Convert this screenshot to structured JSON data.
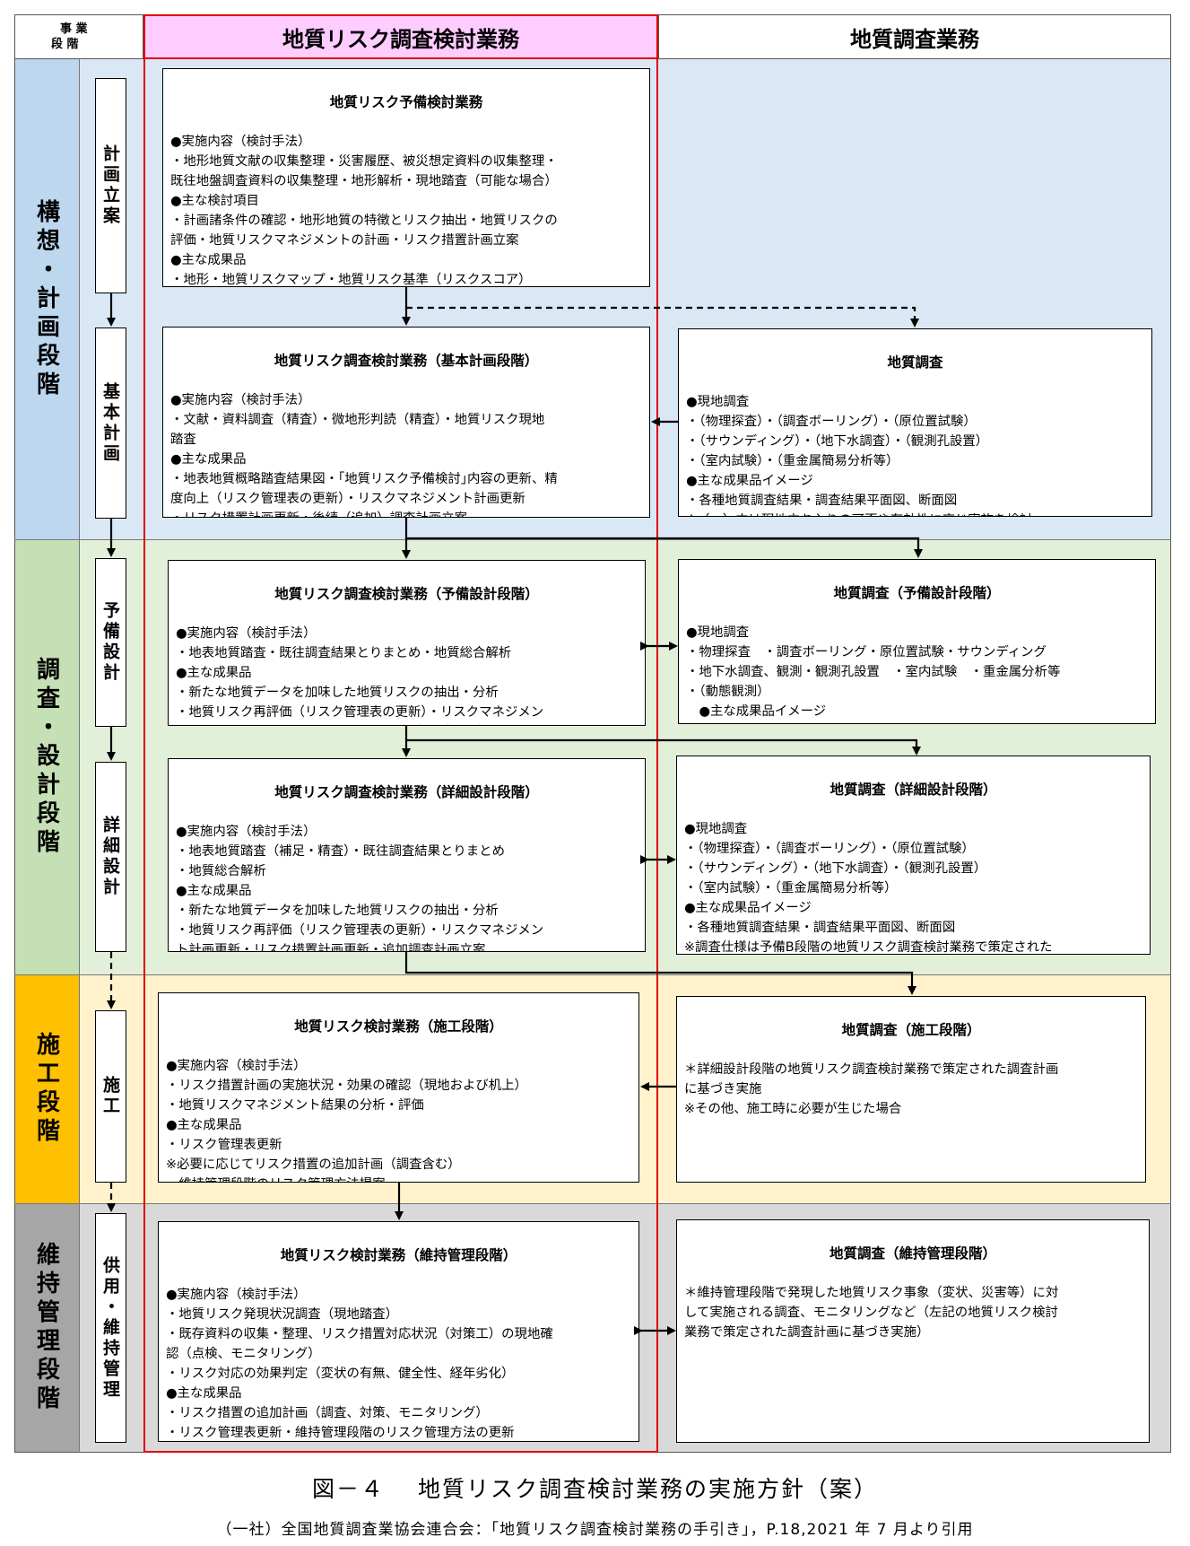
{
  "header": {
    "corner_top": "事 業",
    "corner_bottom": "段 階",
    "col1": "地質リスク調査検討業務",
    "col2": "地質調査業務"
  },
  "phases": [
    {
      "label": "構想・計画段階",
      "color": "#bfd7ee"
    },
    {
      "label": "調査・設計段階",
      "color": "#c7e0b5"
    },
    {
      "label": "施工段階",
      "color": "#ffc000"
    },
    {
      "label": "維持管理段階",
      "color": "#a6a6a6"
    }
  ],
  "steps": [
    "計画立案",
    "基本計画",
    "予備設計",
    "詳細設計",
    "施工",
    "供用・維持管理"
  ],
  "left_boxes": [
    {
      "title": "地質リスク予備検討業務",
      "body": "●実施内容（検討手法）\n・地形地質文献の収集整理・災害履歴、被災想定資料の収集整理・\n既往地盤調査資料の収集整理・地形解析・現地踏査（可能な場合）\n●主な検討項目\n・計画諸条件の確認・地形地質の特徴とリスク抽出・地質リスクの\n評価・地質リスクマネジメントの計画・リスク措置計画立案\n●主な成果品\n・地形・地質リスクマップ・地質リスク基準（リスクスコア）\n・リスクマネジメント計画・リスク措置計画・後続調査計画"
    },
    {
      "title": "地質リスク調査検討業務（基本計画段階）",
      "body": "●実施内容（検討手法）\n・文献・資料調査（精査）・微地形判読（精査）・地質リスク現地\n踏査\n●主な成果品\n・地表地質概略踏査結果図・｢地質リスク予備検討｣内容の更新、精\n度向上（リスク管理表の更新）・リスクマネジメント計画更新\n・リスク措置計画更新・後続（追加）調査計画立案"
    },
    {
      "title": "地質リスク調査検討業務（予備設計段階）",
      "body": "●実施内容（検討手法）\n・地表地質踏査・既往調査結果とりまとめ・地質総合解析\n●主な成果品\n・新たな地質データを加味した地質リスクの抽出・分析\n・地質リスク再評価（リスク管理表の更新）・リスクマネジメン\nト計画更新・リスク措置計画更新・後続（追加）調査計画立案"
    },
    {
      "title": "地質リスク調査検討業務（詳細設計段階）",
      "body": "●実施内容（検討手法）\n・地表地質踏査（補足・精査）・既往調査結果とりまとめ\n・地質総合解析\n●主な成果品\n・新たな地質データを加味した地質リスクの抽出・分析\n・地質リスク再評価（リスク管理表の更新）・リスクマネジメン\nト計画更新・リスク措置計画更新・追加調査計画立案\n・施工時対応計画（追加調査、動態観測計画等）"
    },
    {
      "title": "地質リスク検討業務（施工段階）",
      "body": "●実施内容（検討手法）\n・リスク措置計画の実施状況・効果の確認（現地および机上）\n・地質リスクマネジメント結果の分析・評価\n●主な成果品\n・リスク管理表更新\n※必要に応じてリスク措置の追加計画（調査含む）\n・維持管理段階のリスク管理方法提案\n・地質リスクマネジメント効果"
    },
    {
      "title": "地質リスク検討業務（維持管理段階）",
      "body": "●実施内容（検討手法）\n・地質リスク発現状況調査（現地踏査）\n・既存資料の収集・整理、リスク措置対応状況（対策工）の現地確\n認（点検、モニタリング）\n・リスク対応の効果判定（変状の有無、健全性、経年劣化）\n●主な成果品\n・リスク措置の追加計画（調査、対策、モニタリング）\n・リスク管理表更新・維持管理段階のリスク管理方法の更新\n※防災点検での異常確認や災害発生時に実施を検討"
    }
  ],
  "right_boxes": [
    {
      "title": "地質調査",
      "body": "●現地調査\n・（物理探査）・（調査ボーリング）・（原位置試験）\n・（サウンディング）・（地下水調査）・（観測孔設置）\n・（室内試験）・（重金属簡易分析等）\n●主な成果品イメージ\n・各種地質調査結果・調査結果平面図、断面図\n※（　）内は現地立ち入りの可否や有効性に応じ実施を検討"
    },
    {
      "title": "地質調査（予備設計段階）",
      "body": "●現地調査\n・物理探査　・調査ボーリング・原位置試験・サウンディング\n・地下水調査、観測・観測孔設置　・室内試験　・重金属分析等\n・（動態観測）\n　●主な成果品イメージ\n・各種地質調査結果・調査結果平面図、断面図"
    },
    {
      "title": "地質調査（詳細設計段階）",
      "body": "●現地調査\n・（物理探査）・（調査ボーリング）・（原位置試験）\n・（サウンディング）・（地下水調査）・（観測孔設置）\n・（室内試験）・（重金属簡易分析等）\n●主な成果品イメージ\n・各種地質調査結果・調査結果平面図、断面図\n※調査仕様は予備B段階の地質リスク調査検討業務で策定された\n調査計画に基づき実施"
    },
    {
      "title": "地質調査（施工段階）",
      "body": "＊詳細設計段階の地質リスク調査検討業務で策定された調査計画\nに基づき実施\n※その他、施工時に必要が生じた場合"
    },
    {
      "title": "地質調査（維持管理段階）",
      "body": "＊維持管理段階で発現した地質リスク事象（変状、災害等）に対\nして実施される調査、モニタリングなど（左記の地質リスク検討\n業務で策定された調査計画に基づき実施）"
    }
  ],
  "caption": {
    "title": "図－４　 地質リスク調査検討業務の実施方針（案）",
    "source": "（一社）全国地質調査業協会連合会：｢地質リスク調査検討業務の手引き｣，P.18,2021 年 7 月より引用"
  }
}
